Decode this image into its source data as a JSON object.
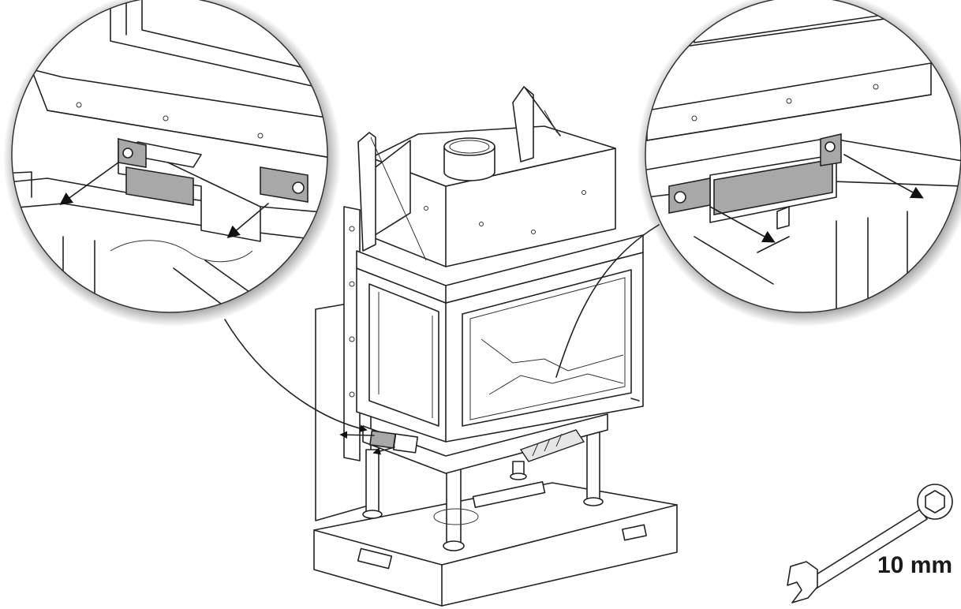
{
  "wrench_size_label": "10 mm",
  "colors": {
    "background": "#ffffff",
    "line": "#222222",
    "shaded_part": "#a8a8a8",
    "arrow": "#111111"
  },
  "icons": [
    "fireplace-insert-drawing",
    "detail-magnifier-left",
    "detail-magnifier-right",
    "open-end-wrench-icon",
    "pull-out-arrow-icon"
  ]
}
